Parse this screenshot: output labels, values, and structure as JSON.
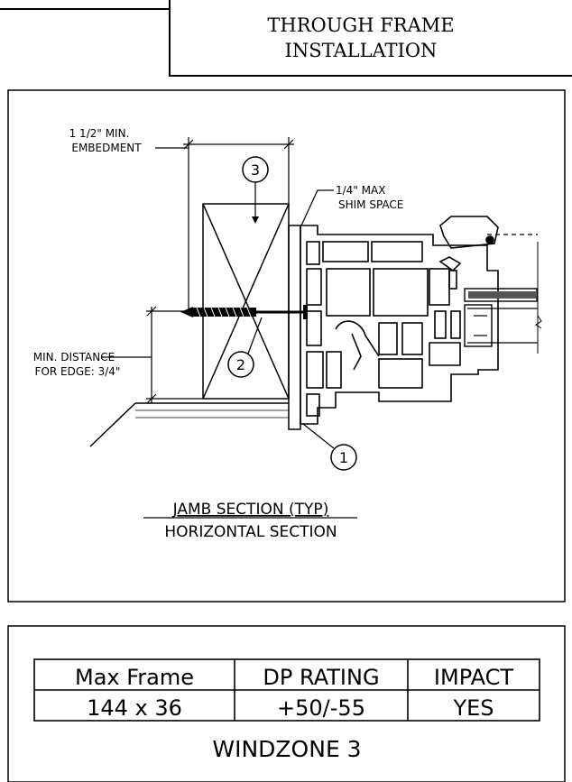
{
  "header": {
    "title_line1": "THROUGH  FRAME",
    "title_line2": "INSTALLATION"
  },
  "drawing": {
    "embedment_line1": "1 1/2\" MIN.",
    "embedment_line2": "EMBEDMENT",
    "shim_line1": "1/4\" MAX",
    "shim_line2": "SHIM SPACE",
    "edge_line1": "MIN. DISTANCE",
    "edge_line2": "FOR EDGE: 3/4\"",
    "callout_1": "1",
    "callout_2": "2",
    "callout_3": "3",
    "section_title": "JAMB SECTION (TYP)",
    "section_subtitle": "HORIZONTAL SECTION"
  },
  "rating_table": {
    "headers": [
      "Max Frame",
      "DP RATING",
      "IMPACT"
    ],
    "values": [
      "144 x 36",
      "+50/-55",
      "YES"
    ]
  },
  "windzone": "WINDZONE 3"
}
